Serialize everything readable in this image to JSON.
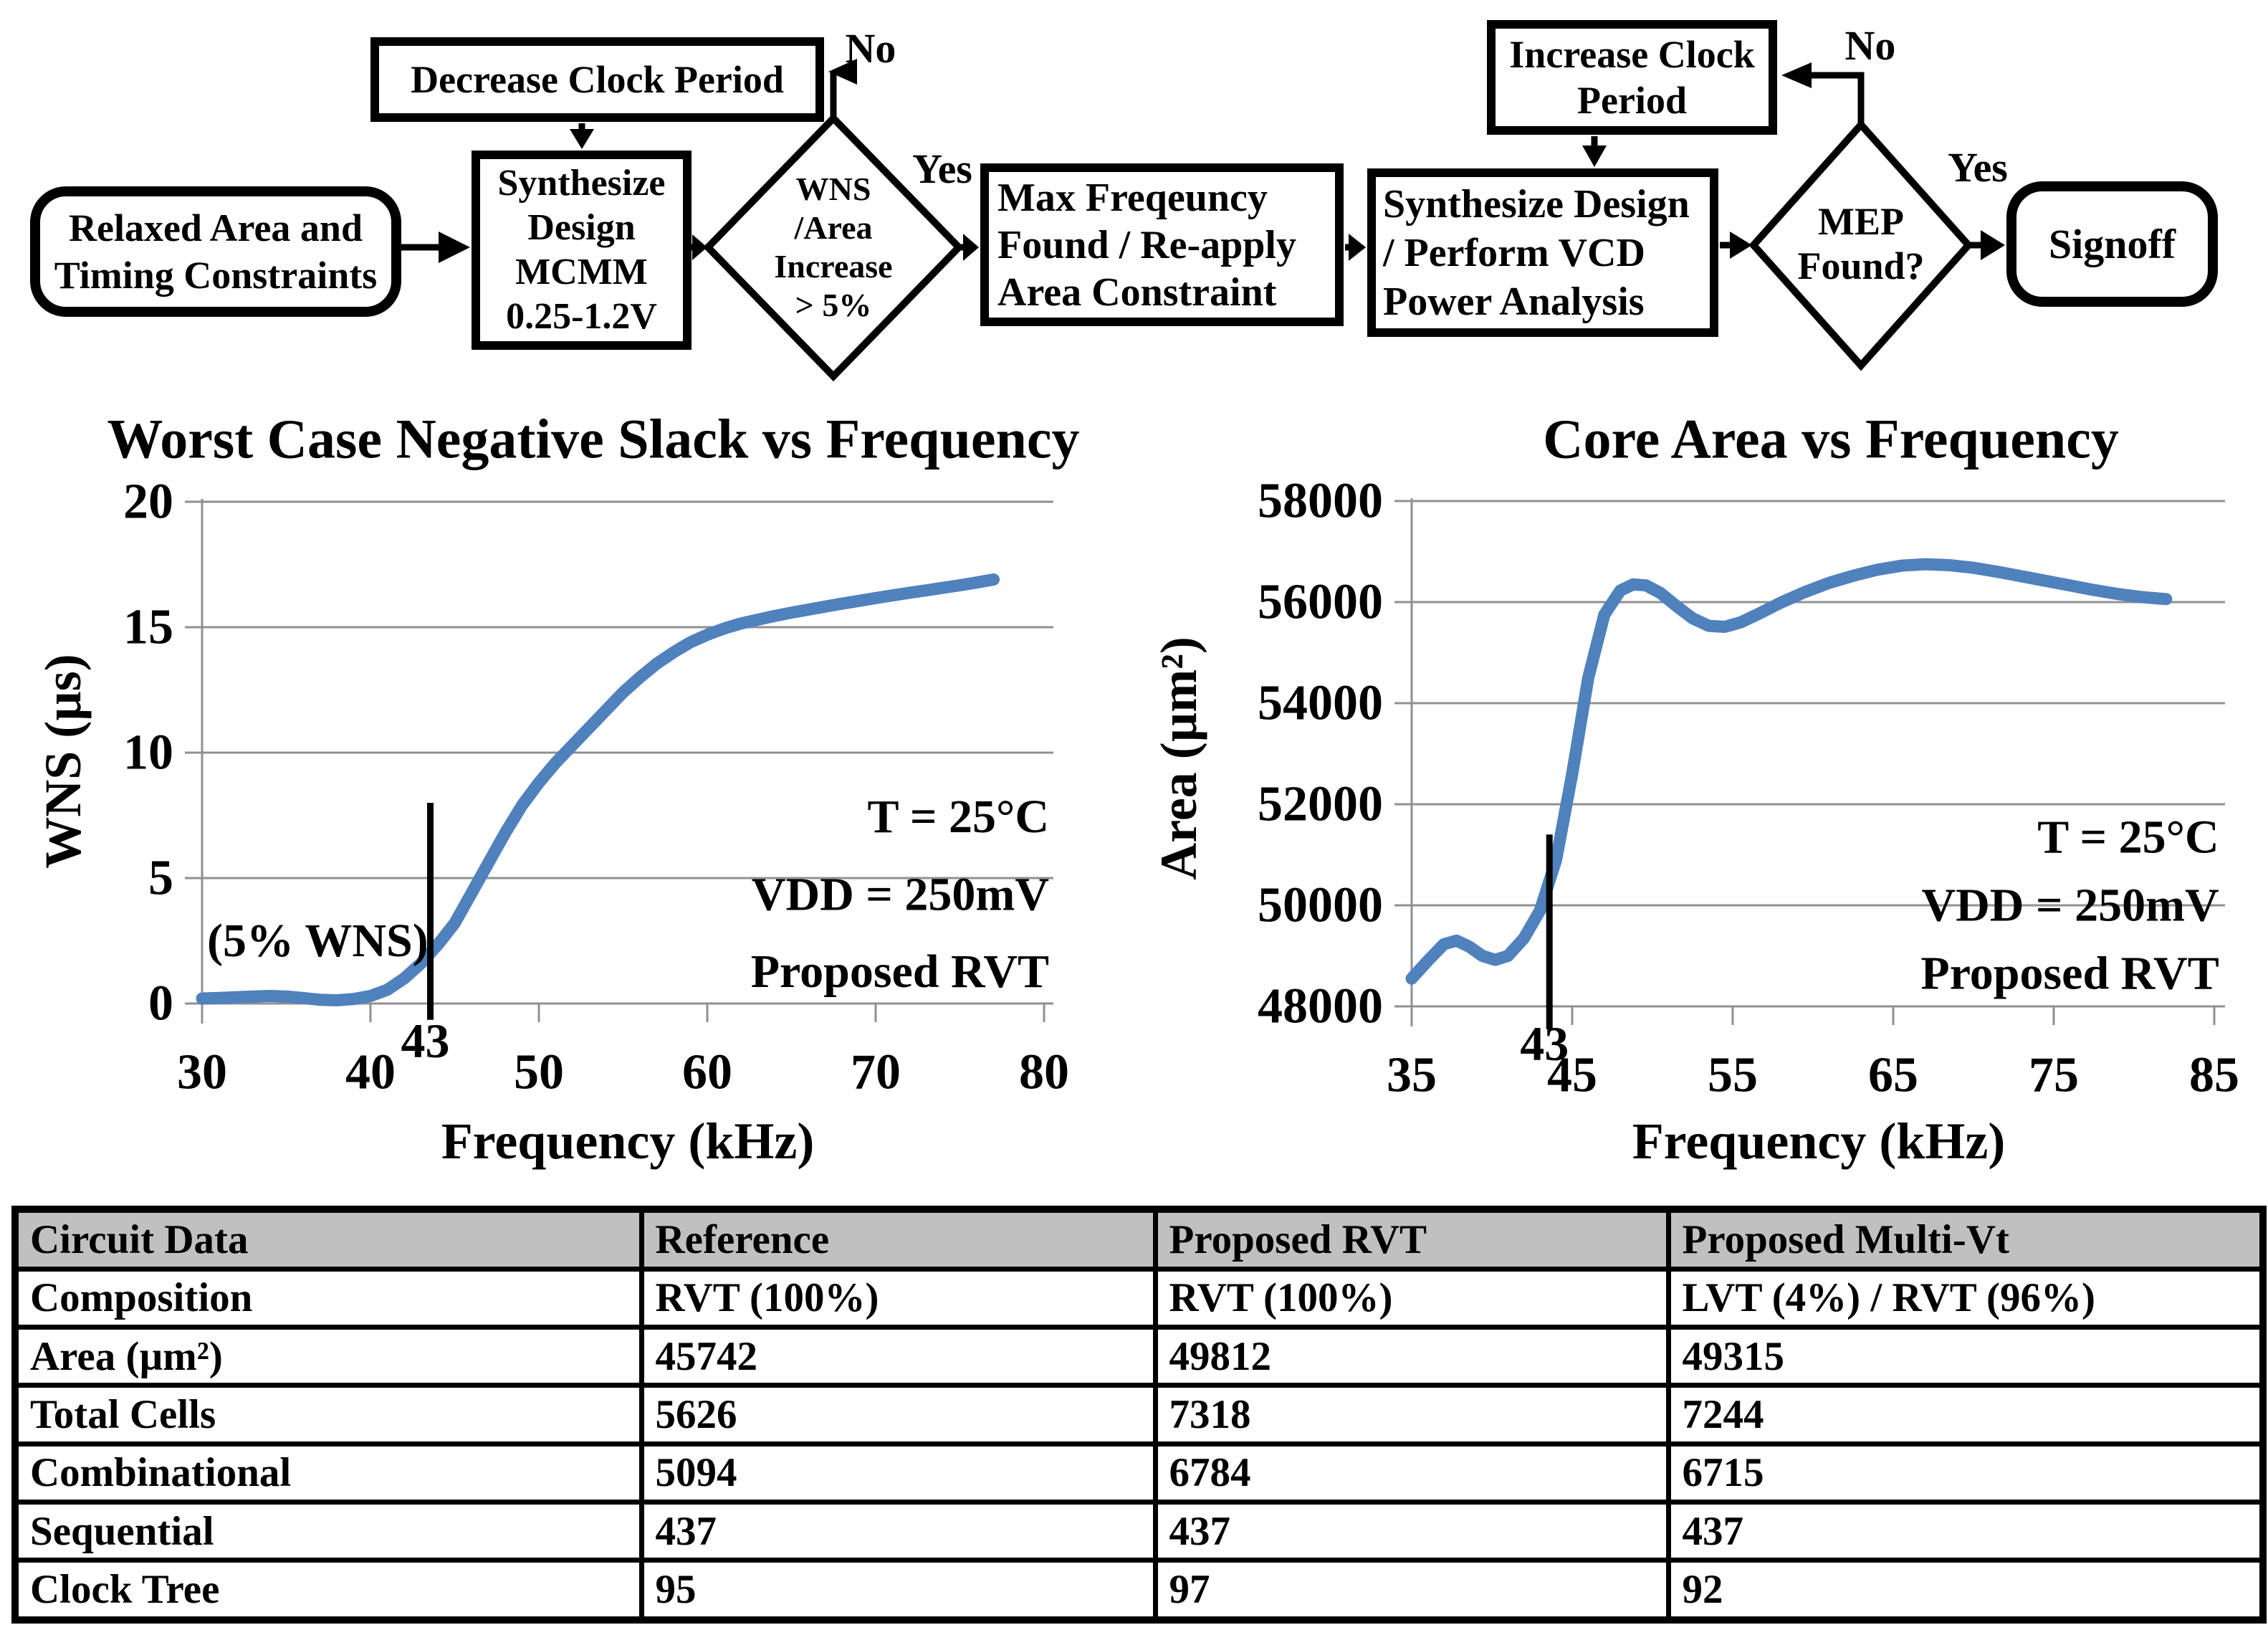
{
  "flowchart": {
    "nodes": {
      "relaxed": {
        "label": "Relaxed Area and\nTiming Constraints"
      },
      "decrease": {
        "label": "Decrease Clock Period"
      },
      "synth_mcmm": {
        "label": "Synthesize\nDesign\nMCMM\n0.25-1.2V"
      },
      "wns_decision": {
        "label": "WNS\n/Area\nIncrease\n> 5%"
      },
      "max_freq": {
        "label": "Max Freqeuncy\nFound / Re-apply\nArea Constraint"
      },
      "increase": {
        "label": "Increase Clock\nPeriod"
      },
      "synth_vcd": {
        "label": "Synthesize Design\n/ Perform VCD\nPower Analysis"
      },
      "mep_decision": {
        "label": "MEP\nFound?"
      },
      "signoff": {
        "label": "Signoff"
      }
    },
    "edge_labels": {
      "no_wns": "No",
      "yes_wns": "Yes",
      "no_mep": "No",
      "yes_mep": "Yes"
    }
  },
  "chart_data": [
    {
      "type": "line",
      "title": "Worst Case Negative Slack vs Frequency",
      "xlabel": "Frequency (kHz)",
      "ylabel": "WNS (µs)",
      "xlim": [
        30,
        80.5
      ],
      "ylim": [
        0,
        20
      ],
      "xticks": [
        30,
        40,
        50,
        60,
        70,
        80
      ],
      "yticks": [
        0,
        5,
        10,
        15,
        20
      ],
      "grid": true,
      "legend": false,
      "series": [
        {
          "name": "Proposed RVT",
          "color": "#4f81bd",
          "x": [
            30,
            31,
            32,
            33,
            34,
            35,
            36,
            37,
            38,
            39,
            40,
            41,
            42,
            43,
            44,
            45,
            46,
            47,
            48,
            49,
            50,
            51,
            52,
            53,
            54,
            55,
            56,
            57,
            58,
            59,
            60,
            61,
            62,
            63,
            64,
            65,
            66,
            67,
            68,
            69,
            70,
            71,
            72,
            73,
            74,
            75,
            76,
            77
          ],
          "y": [
            0.2,
            0.22,
            0.25,
            0.28,
            0.3,
            0.28,
            0.22,
            0.15,
            0.13,
            0.18,
            0.3,
            0.55,
            1.0,
            1.6,
            2.35,
            3.2,
            4.4,
            5.6,
            6.8,
            7.9,
            8.8,
            9.6,
            10.3,
            11.0,
            11.7,
            12.4,
            13.0,
            13.55,
            14.0,
            14.4,
            14.7,
            14.95,
            15.15,
            15.3,
            15.45,
            15.58,
            15.7,
            15.82,
            15.94,
            16.05,
            16.16,
            16.27,
            16.37,
            16.47,
            16.57,
            16.67,
            16.78,
            16.9
          ]
        }
      ],
      "marker": {
        "x": 43,
        "label": "43",
        "y_from": -0.65,
        "y_to": 8.0
      },
      "annotations": [
        {
          "text": "(5% WNS)",
          "x": 30.3,
          "y": 2.5,
          "anchor": "start"
        },
        {
          "text": "T = 25°C",
          "x": 80.3,
          "y": 7.45,
          "anchor": "end"
        },
        {
          "text": "VDD = 250mV",
          "x": 80.3,
          "y": 4.35,
          "anchor": "end"
        },
        {
          "text": "Proposed RVT",
          "x": 80.3,
          "y": 1.27,
          "anchor": "end"
        }
      ]
    },
    {
      "type": "line",
      "title": "Core Area vs Frequency",
      "xlabel": "Frequency (kHz)",
      "ylabel": "Area (µm²)",
      "xlim": [
        35,
        85.5
      ],
      "ylim": [
        48000,
        58000
      ],
      "xticks": [
        35,
        45,
        55,
        65,
        75,
        85
      ],
      "yticks": [
        48000,
        50000,
        52000,
        54000,
        56000,
        58000
      ],
      "grid": true,
      "legend": false,
      "series": [
        {
          "name": "Proposed RVT",
          "color": "#4f81bd",
          "x": [
            35,
            36,
            37,
            37.8,
            38.6,
            39.4,
            40.2,
            41,
            42,
            43,
            44,
            45,
            46,
            47,
            48,
            48.8,
            49.6,
            50.5,
            51.5,
            52.5,
            53.5,
            54.5,
            55.5,
            56.5,
            58,
            59.5,
            61,
            62.5,
            64,
            65.5,
            67,
            68.5,
            70,
            71.5,
            73,
            74.5,
            76,
            77.5,
            79,
            80.5,
            82
          ],
          "y": [
            48550,
            48900,
            49230,
            49300,
            49180,
            49000,
            48920,
            49000,
            49350,
            49900,
            50900,
            52600,
            54500,
            55750,
            56230,
            56350,
            56330,
            56180,
            55920,
            55680,
            55530,
            55510,
            55600,
            55750,
            55990,
            56200,
            56380,
            56520,
            56640,
            56720,
            56750,
            56730,
            56680,
            56600,
            56510,
            56420,
            56330,
            56240,
            56160,
            56100,
            56060
          ]
        }
      ],
      "marker": {
        "x": 43,
        "label": "43",
        "y_from": 47550,
        "y_to": 51400
      },
      "annotations": [
        {
          "text": "T = 25°C",
          "x": 85.3,
          "y": 51350,
          "anchor": "end"
        },
        {
          "text": "VDD = 250mV",
          "x": 85.3,
          "y": 50000,
          "anchor": "end"
        },
        {
          "text": "Proposed RVT",
          "x": 85.3,
          "y": 48650,
          "anchor": "end"
        }
      ]
    }
  ],
  "table": {
    "headers": [
      "Circuit Data",
      "Reference",
      "Proposed RVT",
      "Proposed Multi-Vt"
    ],
    "rows": [
      [
        "Composition",
        "RVT (100%)",
        "RVT (100%)",
        "LVT (4%) / RVT (96%)"
      ],
      [
        "Area (µm²)",
        "45742",
        "49812",
        "49315"
      ],
      [
        "Total Cells",
        "5626",
        "7318",
        "7244"
      ],
      [
        "Combinational",
        "5094",
        "6784",
        "6715"
      ],
      [
        "Sequential",
        "437",
        "437",
        "437"
      ],
      [
        "Clock Tree",
        "95",
        "97",
        "92"
      ]
    ]
  },
  "colors": {
    "curve": "#4f81bd",
    "grid": "#909090",
    "table_header_bg": "#c0c0c0"
  }
}
